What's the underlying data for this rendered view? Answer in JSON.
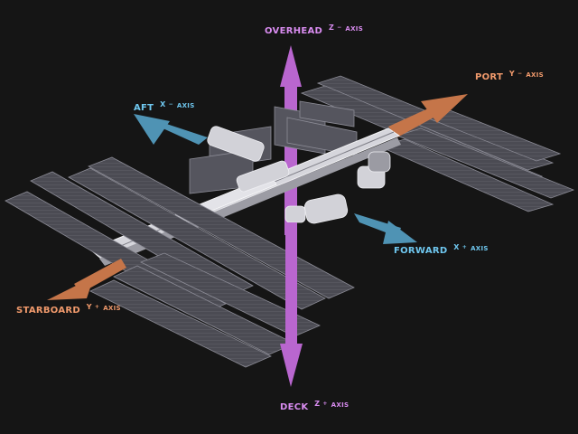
{
  "colors": {
    "vertical_axis": "#b966cf",
    "x_axis": "#4f93b4",
    "y_axis": "#c57549",
    "vertical_text": "#d98cf0",
    "x_text": "#6fc7ef",
    "y_text": "#f19a6c",
    "panel": "#4c4c55",
    "panel_line": "#7a7a83",
    "truss": "#cfcfd6",
    "background": "#151515"
  },
  "labels": {
    "overhead": {
      "name": "OVERHEAD",
      "sign": "Z",
      "exp": "−",
      "axis": "AXIS"
    },
    "deck": {
      "name": "DECK",
      "sign": "Z",
      "exp": "+",
      "axis": "AXIS"
    },
    "aft": {
      "name": "AFT",
      "sign": "X",
      "exp": "−",
      "axis": "AXIS"
    },
    "forward": {
      "name": "FORWARD",
      "sign": "X",
      "exp": "+",
      "axis": "AXIS"
    },
    "port": {
      "name": "PORT",
      "sign": "Y",
      "exp": "−",
      "axis": "AXIS"
    },
    "starboard": {
      "name": "STARBOARD",
      "sign": "Y",
      "exp": "+",
      "axis": "AXIS"
    }
  },
  "icons": {
    "station": "space-station-icon"
  }
}
